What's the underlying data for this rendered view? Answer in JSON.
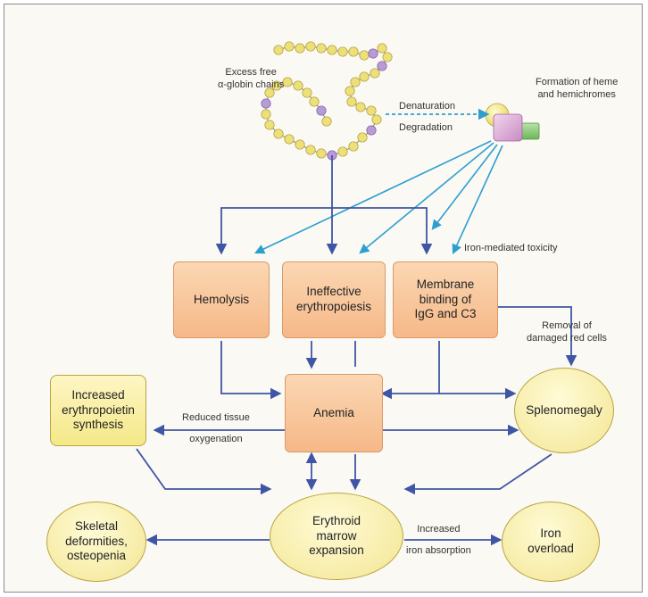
{
  "chain": {
    "label_line1": "Excess free",
    "label_line2": "α-globin chains"
  },
  "heme": {
    "label_line1": "Formation of heme",
    "label_line2": "and hemichromes"
  },
  "edges": {
    "denaturation": "Denaturation",
    "degradation": "Degradation",
    "iron_toxicity": "Iron-mediated toxicity",
    "removal_line1": "Removal of",
    "removal_line2": "damaged red cells",
    "reduced_line1": "Reduced tissue",
    "reduced_line2": "oxygenation",
    "increased_line1": "Increased",
    "increased_line2": "iron absorption"
  },
  "nodes": {
    "hemolysis": "Hemolysis",
    "ineffective_line1": "Ineffective",
    "ineffective_line2": "erythropoiesis",
    "membrane_line1": "Membrane",
    "membrane_line2": "binding of",
    "membrane_line3": "IgG and C3",
    "anemia": "Anemia",
    "epo_line1": "Increased",
    "epo_line2": "erythropoietin",
    "epo_line3": "synthesis",
    "splenomegaly": "Splenomegaly",
    "skeletal_line1": "Skeletal",
    "skeletal_line2": "deformities,",
    "skeletal_line3": "osteopenia",
    "marrow_line1": "Erythroid",
    "marrow_line2": "marrow",
    "marrow_line3": "expansion",
    "iron_line1": "Iron",
    "iron_line2": "overload"
  },
  "colors": {
    "arrow_dark": "#3f55a5",
    "arrow_light": "#2c9fd0",
    "bead_yellow": "#eee079",
    "bead_purple": "#b79ad6"
  }
}
